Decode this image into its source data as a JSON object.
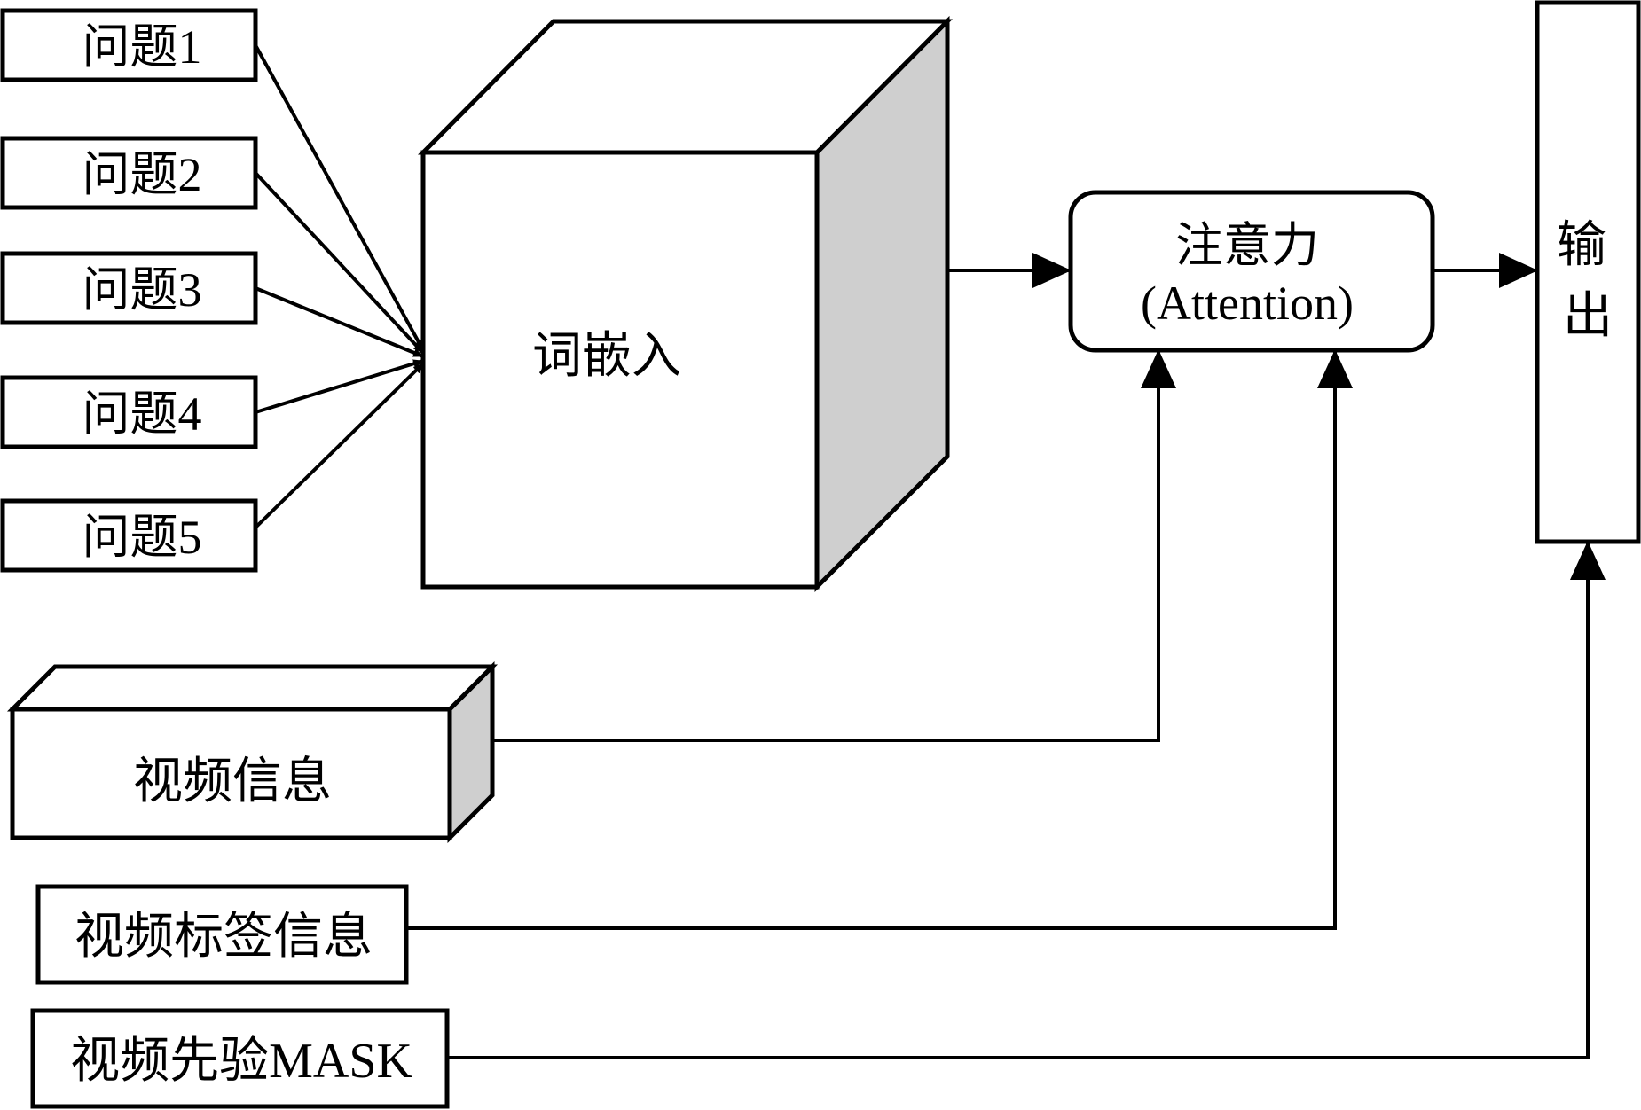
{
  "questions": [
    {
      "label": "问题1"
    },
    {
      "label": "问题2"
    },
    {
      "label": "问题3"
    },
    {
      "label": "问题4"
    },
    {
      "label": "问题5"
    }
  ],
  "embedding": {
    "label": "词嵌入"
  },
  "attention": {
    "label_cn": "注意力",
    "label_en": "(Attention)"
  },
  "output": {
    "label": "输出"
  },
  "inputs": {
    "video_info": "视频信息",
    "video_tag_info": "视频标签信息",
    "video_prior_mask": "视频先验MASK"
  }
}
